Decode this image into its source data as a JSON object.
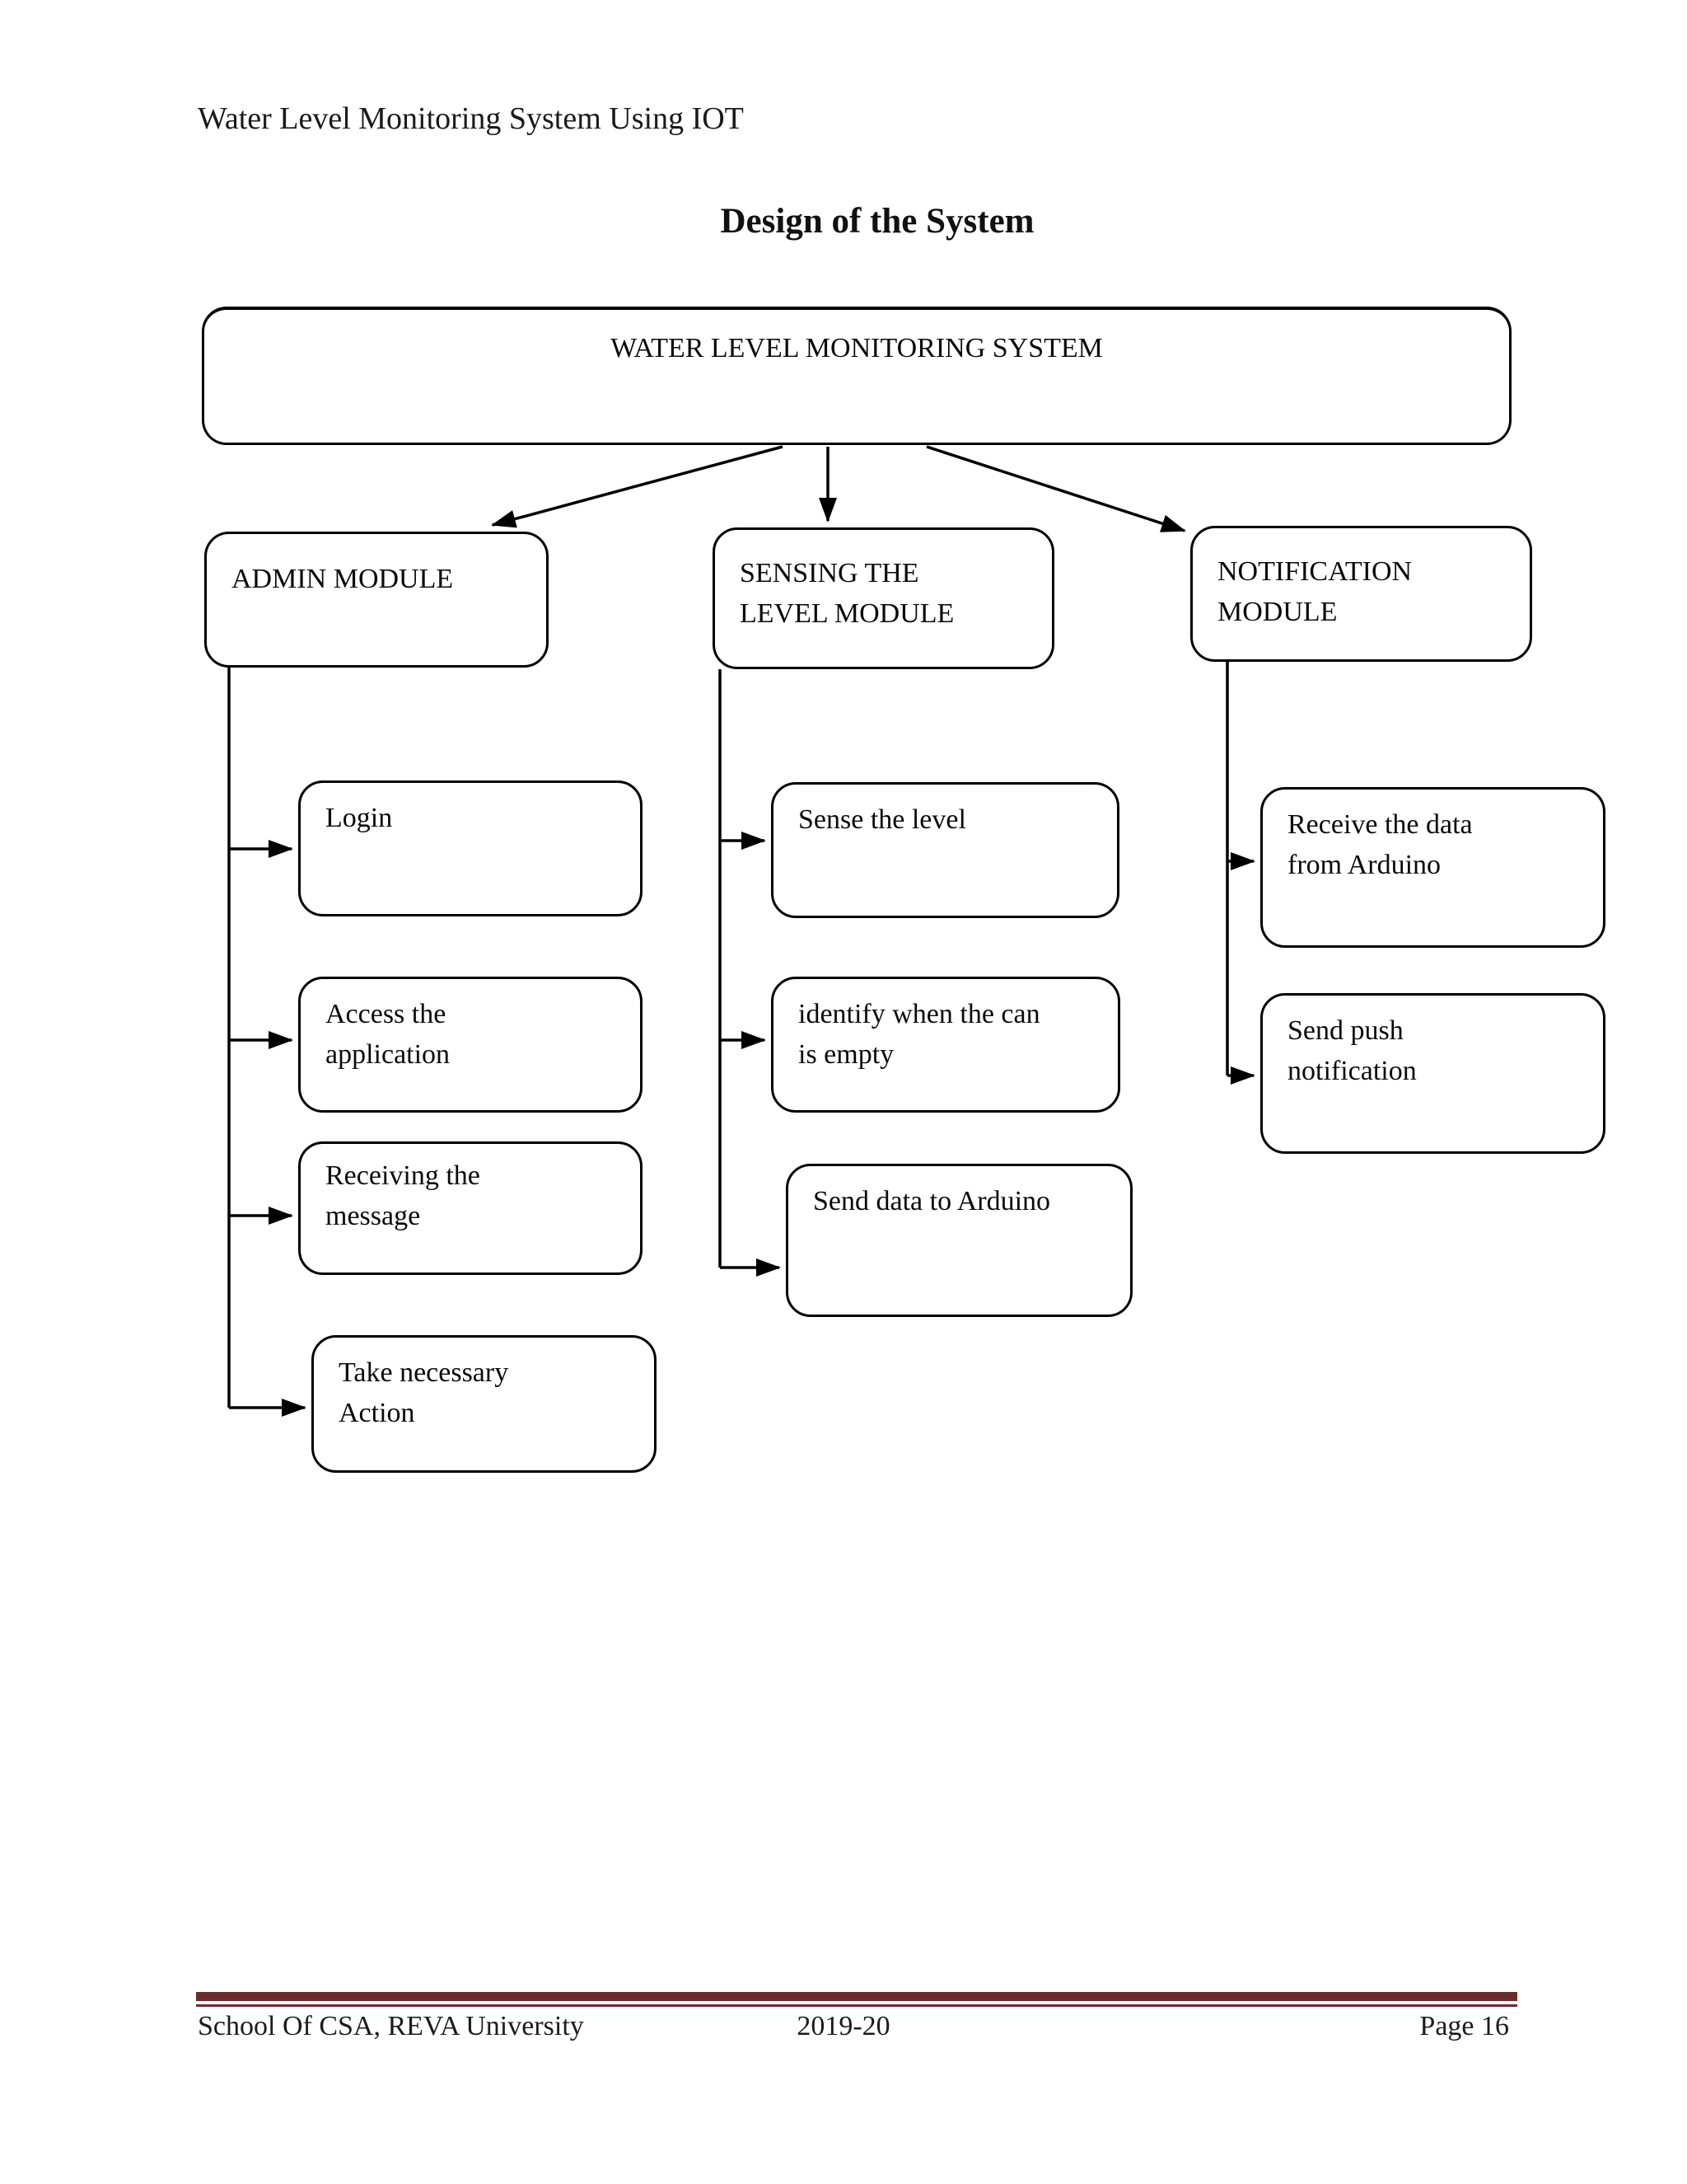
{
  "page": {
    "running_header": "Water Level Monitoring System Using IOT",
    "title": "Design of the System"
  },
  "diagram": {
    "type": "flowchart",
    "root": {
      "label": "WATER LEVEL MONITORING SYSTEM"
    },
    "modules": [
      {
        "label": "ADMIN MODULE",
        "children": [
          {
            "label": "Login"
          },
          {
            "label": "Access the\napplication"
          },
          {
            "label": "Receiving the\nmessage"
          },
          {
            "label": "Take necessary\nAction"
          }
        ]
      },
      {
        "label": "SENSING THE\nLEVEL MODULE",
        "children": [
          {
            "label": "Sense the level"
          },
          {
            "label": "identify when the can\nis empty"
          },
          {
            "label": "Send data to Arduino"
          }
        ]
      },
      {
        "label": "NOTIFICATION\nMODULE",
        "children": [
          {
            "label": "Receive the data\nfrom Arduino"
          },
          {
            "label": "Send push\nnotification"
          }
        ]
      }
    ]
  },
  "footer": {
    "left": "School Of CSA, REVA University",
    "center": "2019-20",
    "right": "Page 16"
  },
  "colors": {
    "ink": "#000000",
    "text": "#141414",
    "footer_rule": "#6b2c2c",
    "background": "#ffffff"
  }
}
